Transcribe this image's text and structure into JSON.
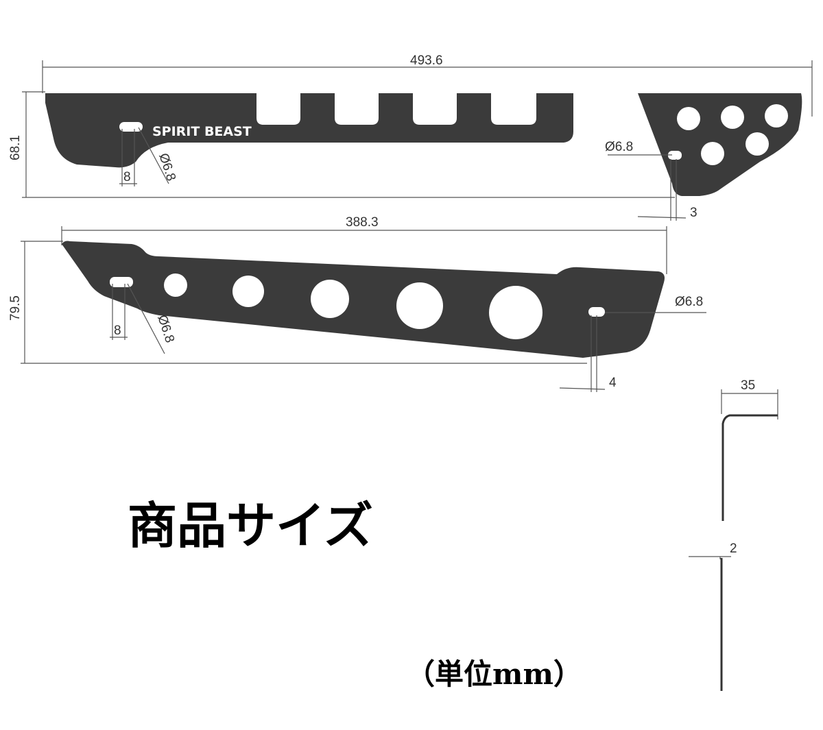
{
  "drawing": {
    "top_bracket": {
      "length": "493.6",
      "height": "68.1",
      "slot_left_width": "8",
      "slot_left_dia": "Ø6.8",
      "slot_right_dia": "Ø6.8",
      "slot_right_width": "3",
      "brand_text": "SPIRIT BEAST"
    },
    "bottom_bracket": {
      "length": "388.3",
      "height": "79.5",
      "slot_left_width": "8",
      "slot_left_dia": "Ø6.8",
      "slot_right_dia": "Ø6.8",
      "slot_right_width": "4"
    },
    "profile": {
      "flange": "35",
      "thickness": "2"
    }
  },
  "title": "商品サイズ",
  "unit_note": "（単位mm）",
  "colors": {
    "part": "#3b3b3b",
    "line": "#555555",
    "background": "#ffffff"
  }
}
